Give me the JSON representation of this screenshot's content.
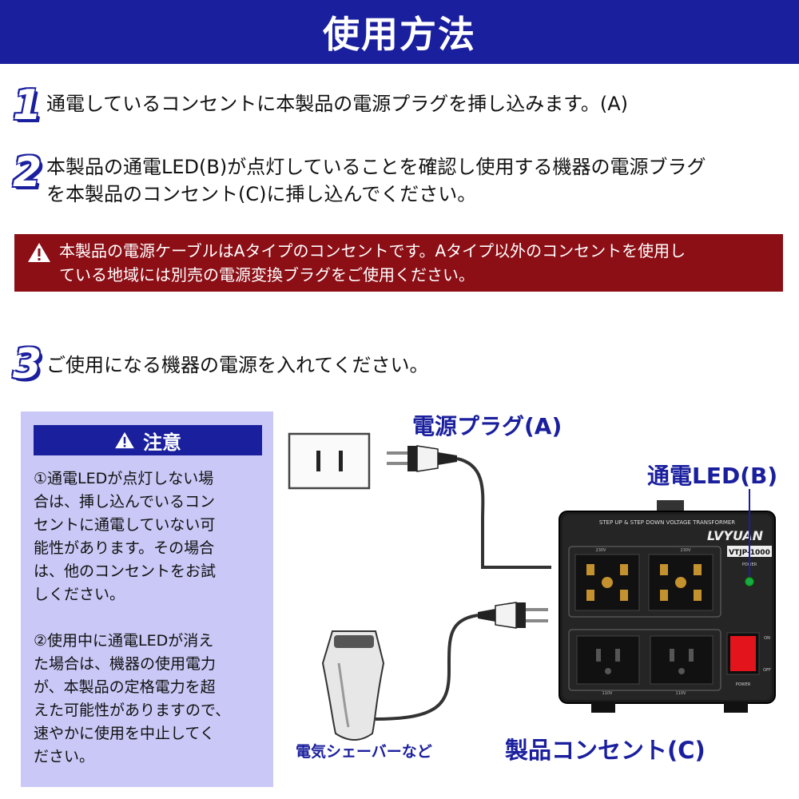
{
  "header": {
    "title": "使用方法"
  },
  "steps": [
    {
      "number": "1",
      "text": "通電しているコンセントに本製品の電源プラグを挿し込みます。(A)"
    },
    {
      "number": "2",
      "line1": "本製品の通電LED(B)が点灯していることを確認し使用する機器の電源ブラグ",
      "line2": "を本製品のコンセント(C)に挿し込んでください。"
    },
    {
      "number": "3",
      "text": "ご使用になる機器の電源を入れてください。"
    }
  ],
  "warning": {
    "line1": "本製品の電源ケーブルはAタイプのコンセントです。Aタイプ以外のコンセントを使用し",
    "line2": "ている地域には別売の電源変換ブラグをご使用ください。"
  },
  "caution": {
    "title": "注意",
    "note1": [
      "①通電LEDが点灯しない場",
      "合は、挿し込んでいるコン",
      "セントに通電していない可",
      "能性があります。その場合",
      "は、他のコンセントをお試",
      "しください。"
    ],
    "note2": [
      "②使用中に通電LEDが消え",
      "た場合は、機器の使用電力",
      "が、本製品の定格電力を超",
      "えた可能性がありますので、",
      "速やかに使用を中止してく",
      "ださい。"
    ]
  },
  "illustration": {
    "plug_label": "電源プラグ(A)",
    "led_label": "通電LED(B)",
    "outlet_label": "製品コンセント(C)",
    "shaver_label": "電気シェーバーなど",
    "device_top_text": "STEP UP & STEP DOWN VOLTAGE TRANSFORMER",
    "brand": "LVYUAN",
    "model": "VTJP-1000",
    "power_label": "POWER",
    "volt_230_left": "230V",
    "volt_230_right": "230V",
    "volt_110_left": "110V",
    "volt_110_right": "110V",
    "switch_on": "ON",
    "switch_off": "OFF",
    "switch_power": "POWER"
  },
  "colors": {
    "header": "#1a1f9e",
    "warning": "#8c0f16",
    "caution_bg": "#c9c8f6",
    "label": "#1a1f9e",
    "led": "#19a84a",
    "switch": "#e3141b"
  }
}
